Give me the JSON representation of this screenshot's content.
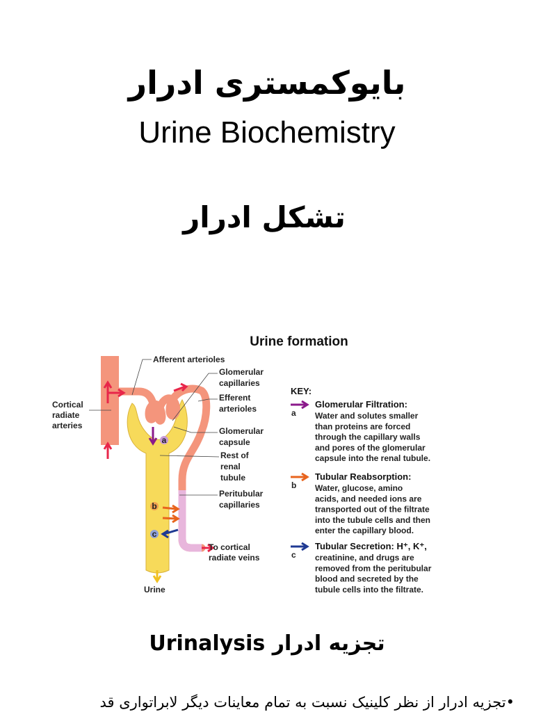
{
  "title_fa": "بایوکمستری ادرار",
  "title_en": "Urine Biochemistry",
  "subtitle_fa": "تشکل ادرار",
  "section": {
    "en": "Urinalysis",
    "fa": "تجزیه ادرار"
  },
  "bullet": "•تجزیه ادرار از نظر کلینیک نسبت به تمام معاینات دیگر لابراتواری قد",
  "diagram": {
    "title": "Urine formation",
    "labels": {
      "afferent": "Afferent arterioles",
      "glom_cap": [
        "Glomerular",
        "capillaries"
      ],
      "efferent": [
        "Efferent",
        "arterioles"
      ],
      "cortical": [
        "Cortical",
        "radiate",
        "arteries"
      ],
      "capsule": [
        "Glomerular",
        "capsule"
      ],
      "rest": [
        "Rest of",
        "renal",
        "tubule"
      ],
      "peritubular": [
        "Peritubular",
        "capillaries"
      ],
      "veins": [
        "To cortical",
        "radiate veins"
      ],
      "urine": "Urine",
      "a": "a",
      "b": "b",
      "c": "c"
    },
    "key": {
      "title": "KEY:",
      "items": [
        {
          "letter": "a",
          "color": "#8b1a8b",
          "heading": "Glomerular Filtration:",
          "lines": [
            "Water and solutes smaller",
            "than proteins are forced",
            "through the capillary walls",
            "and pores of the glomerular",
            "capsule into the renal tubule."
          ]
        },
        {
          "letter": "b",
          "color": "#e8641e",
          "heading": "Tubular Reabsorption:",
          "lines": [
            "Water, glucose, amino",
            "acids, and needed ions are",
            "transported out of the filtrate",
            "into the tubule cells and then",
            "enter the capillary blood."
          ]
        },
        {
          "letter": "c",
          "color": "#1f3a93",
          "heading": "Tubular Secretion: H⁺, K⁺,",
          "lines": [
            "creatinine, and drugs are",
            "removed from  the peritubular",
            "blood and secreted by the",
            "tubule cells into the filtrate."
          ]
        }
      ]
    }
  }
}
